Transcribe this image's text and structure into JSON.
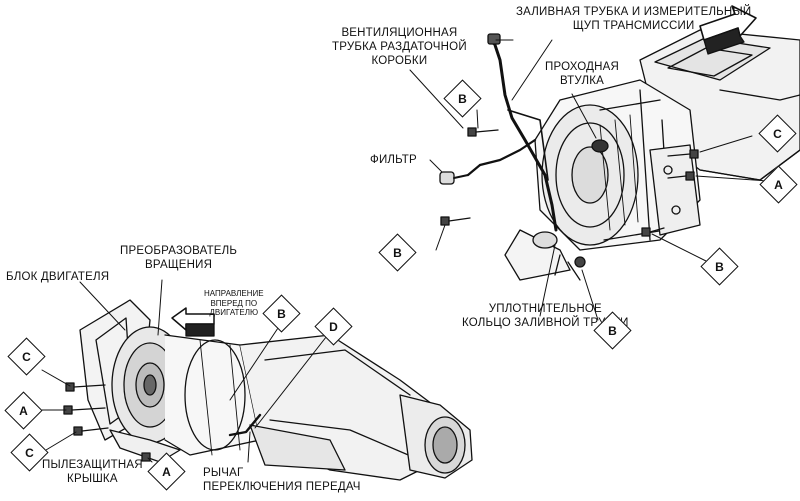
{
  "labels": {
    "fill_tube_dipstick": "ЗАЛИВНАЯ ТРУБКА И ИЗМЕРИТЕЛЬНЫЙ\nЩУП ТРАНСМИССИИ",
    "vent_tube": "ВЕНТИЛЯЦИОННАЯ\nТРУБКА РАЗДАТОЧНОЙ\nКОРОБКИ",
    "grommet": "ПРОХОДНАЯ\nВТУЛКА",
    "filter": "ФИЛЬТР",
    "seal_ring": "УПЛОТНИТЕЛЬНОЕ\nКОЛЬЦО ЗАЛИВНОЙ ТРУБКИ",
    "engine_block": "БЛОК ДВИГАТЕЛЯ",
    "torque_converter": "ПРЕОБРАЗОВАТЕЛЬ\nВРАЩЕНИЯ",
    "forward_direction": "НАПРАВЛЕНИЕ\nВПЕРЕД ПО\nДВИГАТЕЛЮ",
    "dust_cover": "ПЫЛЕЗАЩИТНАЯ\nКРЫШКА",
    "shift_lever": "РЫЧАГ\nПЕРЕКЛЮЧЕНИЯ ПЕРЕДАЧ"
  },
  "callouts": [
    "B",
    "C",
    "A",
    "B",
    "B",
    "B",
    "D",
    "C",
    "A",
    "C",
    "A"
  ]
}
